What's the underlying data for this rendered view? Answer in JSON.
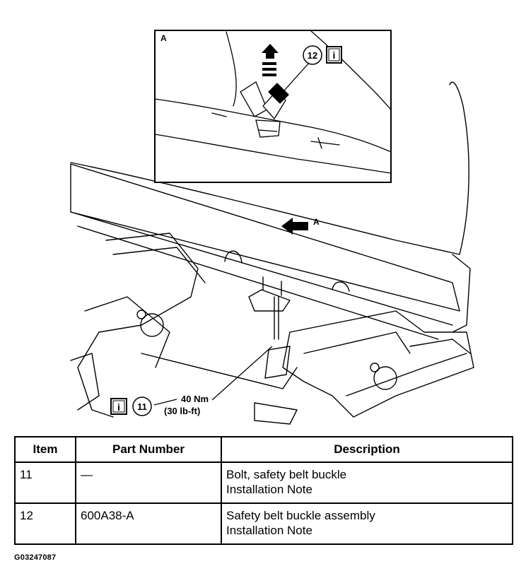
{
  "diagram": {
    "inset_label": "A",
    "view_arrow_label": "A",
    "callout_12": "12",
    "callout_11": "11",
    "info_symbol": "i",
    "torque_nm": "40 Nm",
    "torque_lbft": "(30 lb-ft)"
  },
  "table": {
    "headers": {
      "item": "Item",
      "part_number": "Part Number",
      "description": "Description"
    },
    "rows": [
      {
        "item": "11",
        "part_number": "—",
        "description": "Bolt, safety belt buckle",
        "note": "Installation Note"
      },
      {
        "item": "12",
        "part_number": "600A38-A",
        "description": "Safety belt buckle assembly",
        "note": "Installation Note"
      }
    ]
  },
  "figure_id": "G03247087"
}
